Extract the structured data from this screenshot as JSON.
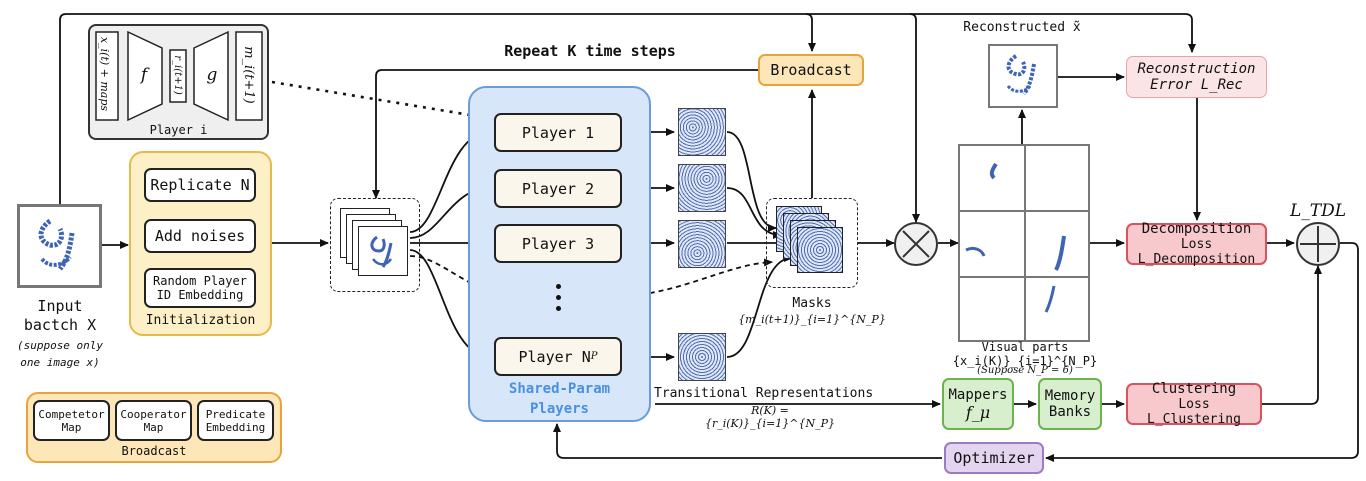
{
  "input": {
    "label_line1": "Input",
    "label_line2": "bactch X",
    "note_line1": "(suppose only",
    "note_line2": "one image x)"
  },
  "player_diagram": {
    "input_text": "x_i(t) + maps",
    "f": "f",
    "r": "r_i(t+1)",
    "g": "g",
    "output_text": "m_i(t+1)",
    "caption": "Player i"
  },
  "init": {
    "replicate": "Replicate N",
    "add_noises": "Add noises",
    "random_line1": "Random Player",
    "random_line2": "ID Embedding",
    "caption": "Initialization"
  },
  "broadcast_legend": {
    "items": [
      {
        "line1": "Competetor",
        "line2": "Map"
      },
      {
        "line1": "Cooperator",
        "line2": "Map"
      },
      {
        "line1": "Predicate",
        "line2": "Embedding"
      }
    ],
    "caption": "Broadcast"
  },
  "repeat": {
    "title": "Repeat K time steps",
    "broadcast": "Broadcast"
  },
  "players": {
    "items": [
      "Player 1",
      "Player 2",
      "Player 3"
    ],
    "last_prefix": "Player N",
    "last_sub": "P",
    "dots": "•\n•",
    "shared_line1": "Shared-Param",
    "shared_line2": "Players"
  },
  "transitional": {
    "label": "Transitional Representations",
    "formula": "R(K) = {r_i(K)}_{i=1}^{N_P}"
  },
  "masks": {
    "label": "Masks",
    "formula": "{m_i(t+1)}_{i=1}^{N_P}"
  },
  "reconstructed": {
    "label": "Reconstructed x̃"
  },
  "visual_parts": {
    "label": "Visual parts {x_i(K)}_{i=1}^{N_P}",
    "note": "(Suppose N_P = 6)"
  },
  "losses": {
    "rec_line1": "Reconstruction",
    "rec_line2": "Error L_Rec",
    "dec_line1": "Decomposition",
    "dec_line2": "Loss L_Decomposition",
    "clu_line1": "Clustering",
    "clu_line2": "Loss L_Clustering",
    "total": "L_TDL"
  },
  "mappers": {
    "line1": "Mappers",
    "line2": "f_μ"
  },
  "memory": {
    "line1": "Memory",
    "line2": "Banks"
  },
  "optimizer": "Optimizer",
  "colors": {
    "init_fill": "#fdf0c6",
    "init_border": "#e8b84a",
    "repeat_fill": "#f2f2f2",
    "shared_fill": "#d7e6f8",
    "shared_border": "#6b9bd8",
    "shared_text": "#4a90e2",
    "broadcast_fill": "#fde7b8",
    "broadcast_border": "#e6a53c",
    "loss_fill": "#f7c9cc",
    "loss_border": "#d9535e",
    "rec_fill": "#fbe4e6",
    "rec_border": "#e8a2a8",
    "green_fill": "#d8efcd",
    "green_border": "#6db150",
    "purple_fill": "#e3d5ef",
    "purple_border": "#9c7cc0"
  }
}
